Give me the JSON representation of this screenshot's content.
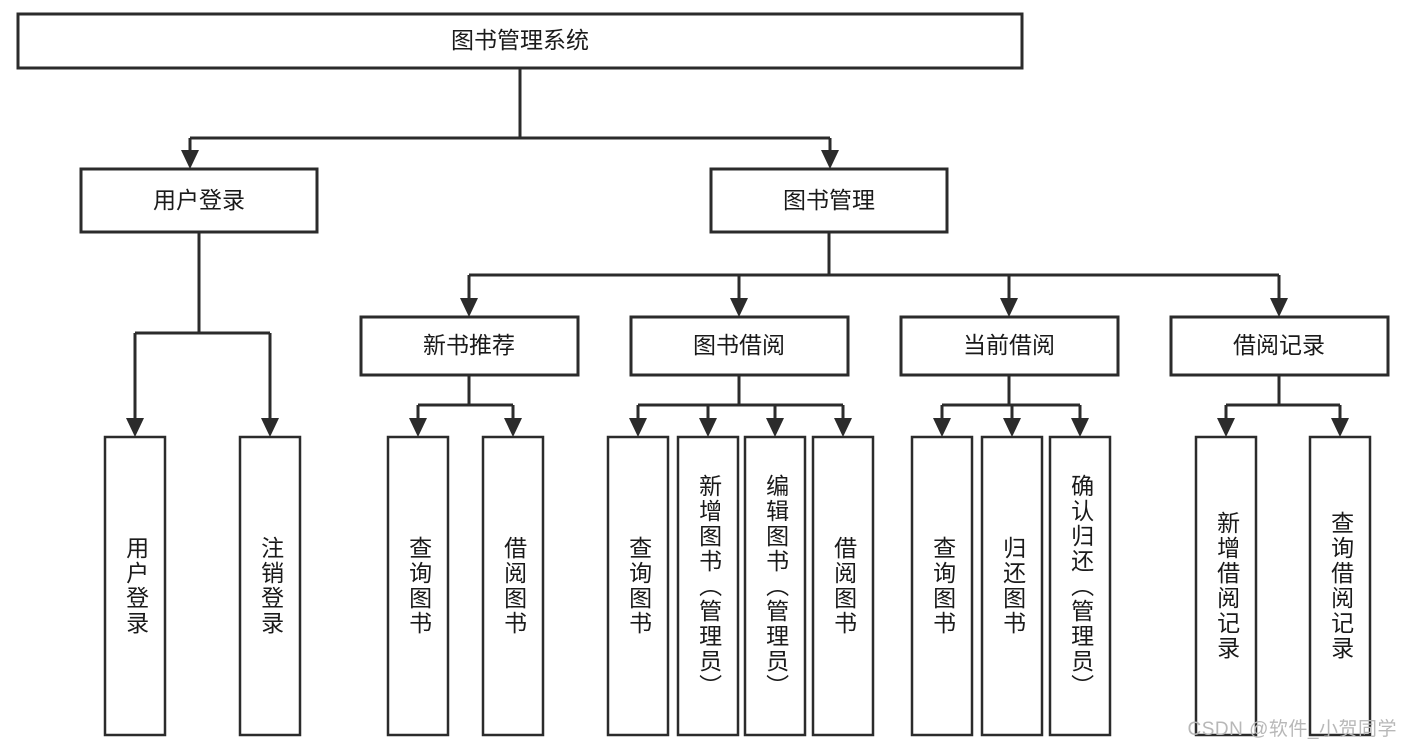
{
  "diagram": {
    "type": "tree",
    "title": "图书管理系统",
    "orientation": "top-down",
    "colors": {
      "box_stroke": "#2b2b2b",
      "box_fill": "#ffffff",
      "text": "#1a1a1a",
      "background": "#ffffff",
      "watermark": "#b8b8b8"
    },
    "root": {
      "label": "图书管理系统"
    },
    "level2": [
      {
        "label": "用户登录"
      },
      {
        "label": "图书管理"
      }
    ],
    "level3": [
      {
        "label": "新书推荐"
      },
      {
        "label": "图书借阅"
      },
      {
        "label": "当前借阅"
      },
      {
        "label": "借阅记录"
      }
    ],
    "leaves": {
      "user_login": [
        {
          "label": "用户登录"
        },
        {
          "label": "注销登录"
        }
      ],
      "new_book_recommend": [
        {
          "label": "查询图书"
        },
        {
          "label": "借阅图书"
        }
      ],
      "book_borrow": [
        {
          "label": "查询图书"
        },
        {
          "label": "新增图书（管理员）"
        },
        {
          "label": "编辑图书（管理员）"
        },
        {
          "label": "借阅图书"
        }
      ],
      "current_borrow": [
        {
          "label": "查询图书"
        },
        {
          "label": "归还图书"
        },
        {
          "label": "确认归还（管理员）"
        }
      ],
      "borrow_record": [
        {
          "label": "新增借阅记录"
        },
        {
          "label": "查询借阅记录"
        }
      ]
    },
    "watermark": "CSDN @软件_小贺同学"
  }
}
